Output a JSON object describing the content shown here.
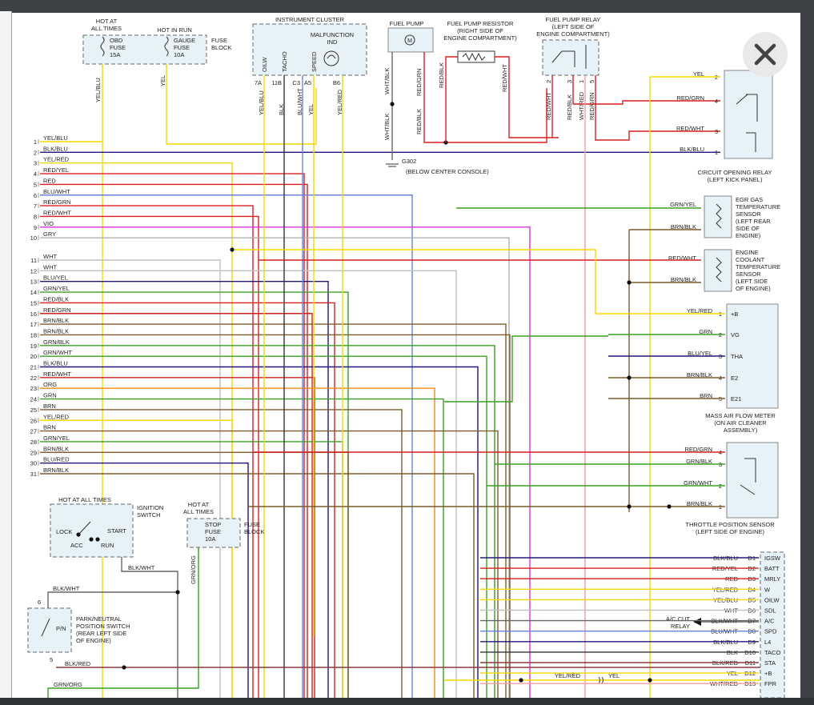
{
  "diagram": {
    "connector_left": {
      "title": "",
      "pins": [
        {
          "pin": "1",
          "wire": "YEL/BLU"
        },
        {
          "pin": "2",
          "wire": "BLK/BLU"
        },
        {
          "pin": "3",
          "wire": "YEL/RED"
        },
        {
          "pin": "4",
          "wire": "RED/YEL"
        },
        {
          "pin": "5",
          "wire": "RED"
        },
        {
          "pin": "6",
          "wire": "BLU/WHT"
        },
        {
          "pin": "7",
          "wire": "RED/GRN"
        },
        {
          "pin": "8",
          "wire": "RED/WHT"
        },
        {
          "pin": "9",
          "wire": "VIO"
        },
        {
          "pin": "10",
          "wire": "GRY"
        },
        {
          "pin": "11",
          "wire": "WHT"
        },
        {
          "pin": "12",
          "wire": "WHT"
        },
        {
          "pin": "13",
          "wire": "BLU/YEL"
        },
        {
          "pin": "14",
          "wire": "GRN/YEL"
        },
        {
          "pin": "15",
          "wire": "RED/BLK"
        },
        {
          "pin": "16",
          "wire": "RED/GRN"
        },
        {
          "pin": "17",
          "wire": "BRN/BLK"
        },
        {
          "pin": "18",
          "wire": "BRN/BLK"
        },
        {
          "pin": "19",
          "wire": "GRN/BLK"
        },
        {
          "pin": "20",
          "wire": "GRN/WHT"
        },
        {
          "pin": "21",
          "wire": "BLK/BLU"
        },
        {
          "pin": "22",
          "wire": "RED/WHT"
        },
        {
          "pin": "23",
          "wire": "ORG"
        },
        {
          "pin": "24",
          "wire": "GRN"
        },
        {
          "pin": "25",
          "wire": "BRN"
        },
        {
          "pin": "26",
          "wire": "YEL/RED"
        },
        {
          "pin": "27",
          "wire": "BRN"
        },
        {
          "pin": "28",
          "wire": "GRN/YEL"
        },
        {
          "pin": "29",
          "wire": "BRN/BLK"
        },
        {
          "pin": "30",
          "wire": "BLU/RED"
        },
        {
          "pin": "31",
          "wire": "BRN/BLK"
        }
      ]
    },
    "fuse_block_top": {
      "hot_all_times": "HOT AT\nALL TIMES",
      "hot_in_run": "HOT IN RUN",
      "fuse1": "OBD\nFUSE\n15A",
      "fuse2": "GAUGE\nFUSE\n10A",
      "label": "FUSE\nBLOCK",
      "wire1": "YEL/BLU",
      "wire2": "YEL"
    },
    "instrument_cluster": {
      "title": "INSTRUMENT CLUSTER",
      "indicator": "MALFUNCTION\nIND",
      "pins": [
        {
          "pin": "7A",
          "name": "OILW",
          "wire": "YEL/BLU"
        },
        {
          "pin": "11B",
          "name": "TACHO",
          "wire": "BLK"
        },
        {
          "pin": "C3",
          "name": "",
          "wire": "BLU/WHT"
        },
        {
          "pin": "A5",
          "name": "SPEED",
          "wire": "YEL"
        },
        {
          "pin": "B6",
          "name": "",
          "wire": "YEL/RED"
        }
      ]
    },
    "fuel_pump": {
      "title": "FUEL PUMP",
      "wire_left": "WHT/BLK",
      "wire_right": "RED/GRN",
      "ground_wire": "WHT/BLK",
      "lower_wire": "RED/BLK"
    },
    "fuel_pump_resistor": {
      "title": "FUEL PUMP RESISTOR\n(RIGHT SIDE OF\nENGINE COMPARTMENT)",
      "wire_left": "RED/BLK",
      "wire_right": "RED/WHT"
    },
    "fuel_pump_relay": {
      "title": "FUEL PUMP RELAY\n(LEFT SIDE OF\nENGINE COMPARTMENT)",
      "pins": [
        {
          "pin": "2",
          "wire": "RED/WHT"
        },
        {
          "pin": "3",
          "wire": "RED/BLK"
        },
        {
          "pin": "1",
          "wire": "WHT/RED"
        },
        {
          "pin": "5",
          "wire": "RED/GRN"
        }
      ]
    },
    "ground": {
      "name": "G302",
      "location": "(BELOW CENTER CONSOLE)"
    },
    "circuit_opening_relay": {
      "title": "CIRCUIT OPENING RELAY\n(LEFT KICK PANEL)",
      "pins": [
        {
          "pin": "2",
          "wire": "YEL"
        },
        {
          "pin": "4",
          "wire": "RED/GRN"
        },
        {
          "pin": "3",
          "wire": "RED/WHT"
        },
        {
          "pin": "1",
          "wire": "BLK/BLU"
        }
      ]
    },
    "egr_sensor": {
      "title": "EGR GAS\nTEMPERATURE\nSENSOR\n(LEFT REAR\nSIDE OF\nENGINE)",
      "wires": [
        "GRN/YEL",
        "BRN/BLK"
      ]
    },
    "coolant_sensor": {
      "title": "ENGINE\nCOOLANT\nTEMPERATURE\nSENSOR\n(LEFT SIDE\nOF ENGINE)",
      "wires": [
        "RED/WHT",
        "BRN/BLK"
      ]
    },
    "maf_meter": {
      "title": "MASS AIR FLOW METER\n(ON AIR CLEANER\nASSEMBLY)",
      "pins": [
        {
          "pin": "1",
          "name": "+B",
          "wire": "YEL/RED"
        },
        {
          "pin": "2",
          "name": "VG",
          "wire": "GRN"
        },
        {
          "pin": "3",
          "name": "THA",
          "wire": "BLU/YEL"
        },
        {
          "pin": "4",
          "name": "E2",
          "wire": "BRN/BLK"
        },
        {
          "pin": "5",
          "name": "E21",
          "wire": "BRN"
        }
      ]
    },
    "tps": {
      "title": "THROTTLE POSITION SENSOR\n(LEFT SIDE OF ENGINE)",
      "pins": [
        {
          "pin": "4",
          "wire": "RED/GRN"
        },
        {
          "pin": "3",
          "wire": "GRN/BLK"
        },
        {
          "pin": "2",
          "wire": "GRN/WHT"
        },
        {
          "pin": "1",
          "wire": "BRN/BLK"
        }
      ]
    },
    "ignition_switch": {
      "hot": "HOT AT ALL TIMES",
      "title": "IGNITION\nSWITCH",
      "positions": [
        "LOCK",
        "ACC",
        "RUN",
        "START"
      ],
      "wire": "BLK/WHT"
    },
    "stop_fuse": {
      "hot": "HOT AT\nALL TIMES",
      "fuse": "STOP\nFUSE\n10A",
      "label": "FUSE\nBLOCK",
      "wire": "GRN/ORG"
    },
    "park_neutral_switch": {
      "title": "PARK/NEUTRAL\nPOSITION SWITCH\n(REAR LEFT SIDE\nOF ENGINE)",
      "contact": "P/N",
      "pin_top": "6",
      "pin_bottom": "5",
      "wire_top": "BLK/WHT",
      "wire_bottom": "BLK/RED"
    },
    "bottom_wire": "GRN/ORG",
    "ac_cut_relay": "A/C CUT\nRELAY",
    "yel_splice_labels": [
      "YEL/RED",
      "YEL"
    ],
    "ecm_connector": {
      "pins": [
        {
          "pin": "D1",
          "name": "IGSW",
          "wire": "BLK/BLU"
        },
        {
          "pin": "D2",
          "name": "BATT",
          "wire": "RED/YEL"
        },
        {
          "pin": "D3",
          "name": "MRLY",
          "wire": "RED"
        },
        {
          "pin": "D4",
          "name": "W",
          "wire": "YEL/RED"
        },
        {
          "pin": "D5",
          "name": "OILW",
          "wire": "YEL/BLU"
        },
        {
          "pin": "D6",
          "name": "SDL",
          "wire": "WHT"
        },
        {
          "pin": "D7",
          "name": "A/C",
          "wire": "BLK/WHT"
        },
        {
          "pin": "D8",
          "name": "SPD",
          "wire": "BLU/WHT"
        },
        {
          "pin": "D9",
          "name": "L4",
          "wire": "BLK/BLU"
        },
        {
          "pin": "D10",
          "name": "TACO",
          "wire": "BLK"
        },
        {
          "pin": "D11",
          "name": "STA",
          "wire": "BLK/RED"
        },
        {
          "pin": "D12",
          "name": "+B",
          "wire": "YEL"
        },
        {
          "pin": "D13",
          "name": "FPR",
          "wire": "WHT/RED"
        }
      ]
    },
    "colors": {
      "YEL": "#f5d800",
      "BLU": "#1c2aa0",
      "BLK": "#1a1a1a",
      "RED": "#d91e1e",
      "GRN": "#3aa021",
      "BRN": "#7b5b2b",
      "VIO": "#e030e0",
      "GRY": "#b0b0b0",
      "WHT": "#c0c0c0",
      "ORG": "#f08a1c",
      "LBLU": "#6880e0",
      "NAVY": "#201878",
      "PINK": "#f0a0a0"
    }
  },
  "viewer": {
    "close_icon": "close-icon"
  }
}
